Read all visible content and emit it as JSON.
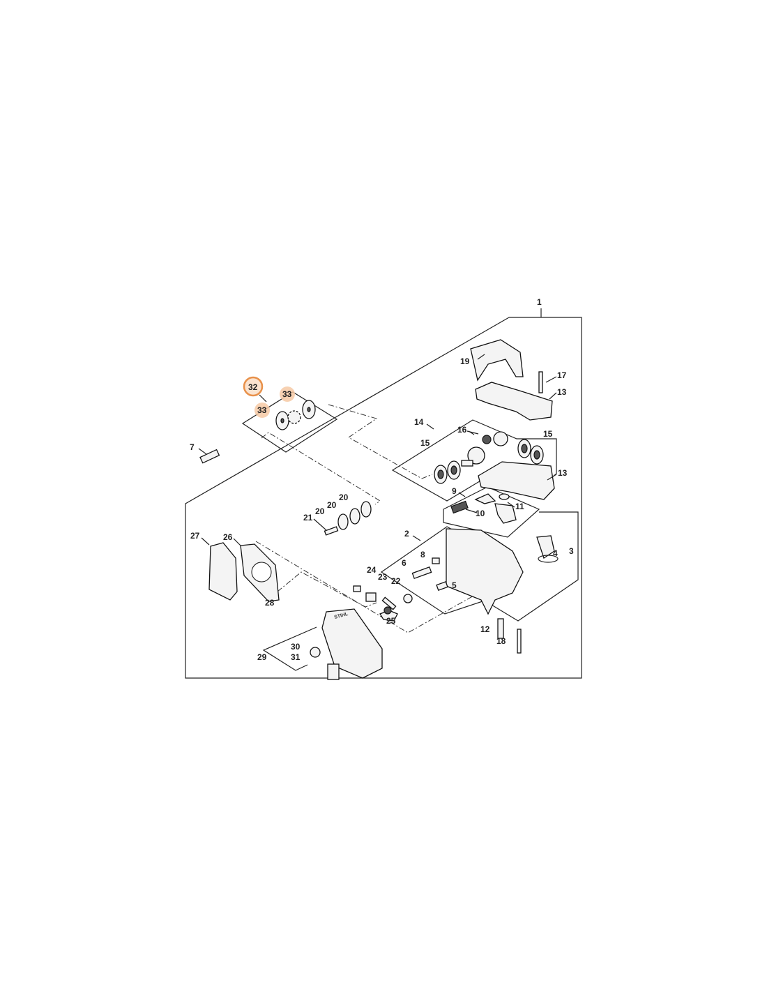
{
  "diagram": {
    "highlight_color": "#e8914a",
    "highlight_fill": "#f6c9a4",
    "callouts": {
      "c1": "1",
      "c2": "2",
      "c3": "3",
      "c4": "4",
      "c5": "5",
      "c6": "6",
      "c7": "7",
      "c8": "8",
      "c9": "9",
      "c10": "10",
      "c11": "11",
      "c12": "12",
      "c13a": "13",
      "c13b": "13",
      "c14": "14",
      "c15a": "15",
      "c15b": "15",
      "c16": "16",
      "c17": "17",
      "c18": "18",
      "c19": "19",
      "c20a": "20",
      "c20b": "20",
      "c20c": "20",
      "c21": "21",
      "c22": "22",
      "c23": "23",
      "c24": "24",
      "c25": "25",
      "c26": "26",
      "c27": "27",
      "c28": "28",
      "c29": "29",
      "c30": "30",
      "c31": "31",
      "c32": "32",
      "c33a": "33",
      "c33b": "33"
    }
  }
}
